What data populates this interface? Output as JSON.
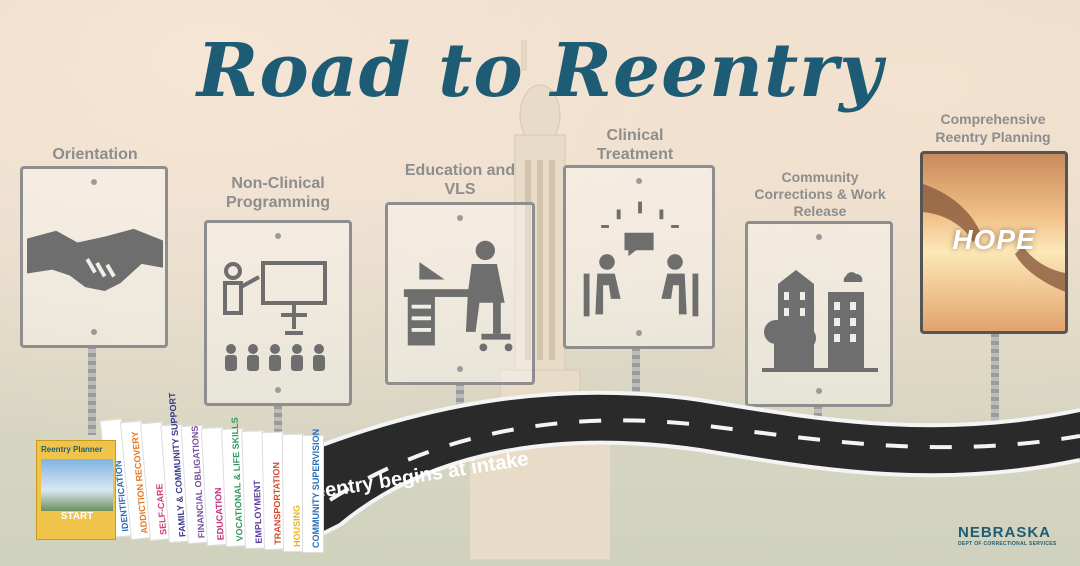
{
  "title": "Road to Reentry",
  "stages": [
    {
      "label": "Orientation",
      "icon": "handshake-icon"
    },
    {
      "label": "Non-Clinical Programming",
      "icon": "classroom-icon"
    },
    {
      "label": "Education and VLS",
      "icon": "desk-student-icon"
    },
    {
      "label": "Clinical Treatment",
      "icon": "counseling-icon"
    },
    {
      "label": "Community Corrections & Work Release",
      "icon": "city-icon"
    },
    {
      "label": "Comprehensive Reentry Planning",
      "icon": "hope-hands-icon"
    }
  ],
  "hope_text": "HOPE",
  "road_text": "Reentry begins at intake",
  "planner": {
    "title": "Reentry Planner",
    "cover_text": "START"
  },
  "planner_tabs": [
    {
      "label": "IDENTIFICATION",
      "color": "#2b6fb6"
    },
    {
      "label": "ADDICTION RECOVERY",
      "color": "#e07a2a"
    },
    {
      "label": "SELF-CARE",
      "color": "#d23a7a"
    },
    {
      "label": "FAMILY & COMMUNITY SUPPORT",
      "color": "#3a3a8a"
    },
    {
      "label": "FINANCIAL OBLIGATIONS",
      "color": "#7a4fa0"
    },
    {
      "label": "EDUCATION",
      "color": "#c42f7e"
    },
    {
      "label": "VOCATIONAL & LIFE SKILLS",
      "color": "#2f9a5c"
    },
    {
      "label": "EMPLOYMENT",
      "color": "#5a3e9e"
    },
    {
      "label": "TRANSPORTATION",
      "color": "#d9482f"
    },
    {
      "label": "HOUSING",
      "color": "#e8b21e"
    },
    {
      "label": "COMMUNITY SUPERVISION",
      "color": "#2a6fb8"
    }
  ],
  "logo": {
    "name": "NEBRASKA",
    "subtitle": "DEPT OF CORRECTIONAL SERVICES"
  },
  "colors": {
    "title": "#1d5c74",
    "sign_label": "#8d8d8d",
    "sign_icon": "#6e6e6e",
    "road": "#2a2a2a"
  }
}
